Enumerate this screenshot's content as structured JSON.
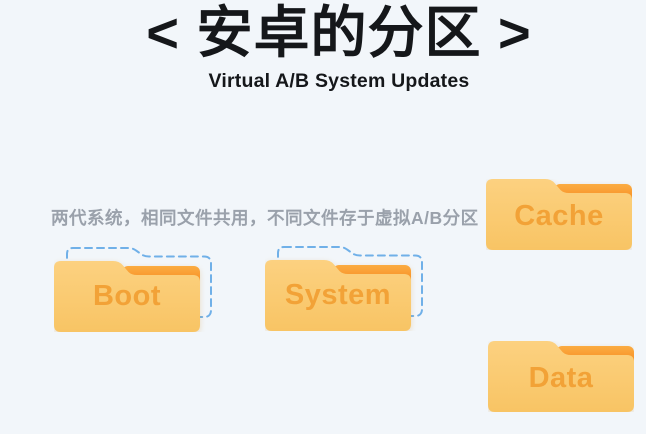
{
  "header": {
    "title": "< 安卓的分区 >",
    "subtitle": "Virtual A/B System Updates"
  },
  "note": "两代系统，相同文件共用，不同文件存于虚拟A/B分区",
  "colors": {
    "background": "#F2F6FA",
    "folder_body_light": "#FCD180",
    "folder_body_dark": "#F8C464",
    "folder_strip_top": "#FBAC42",
    "folder_strip_bottom": "#F6871C",
    "folder_label": "#F2A237",
    "dashed_outline": "#70B0E8",
    "title_text": "#15171A",
    "note_text": "#9AA1AB"
  },
  "folders": [
    {
      "label": "Boot",
      "ghost_outline": true
    },
    {
      "label": "System",
      "ghost_outline": true
    },
    {
      "label": "Cache",
      "ghost_outline": false
    },
    {
      "label": "Data",
      "ghost_outline": false
    }
  ]
}
